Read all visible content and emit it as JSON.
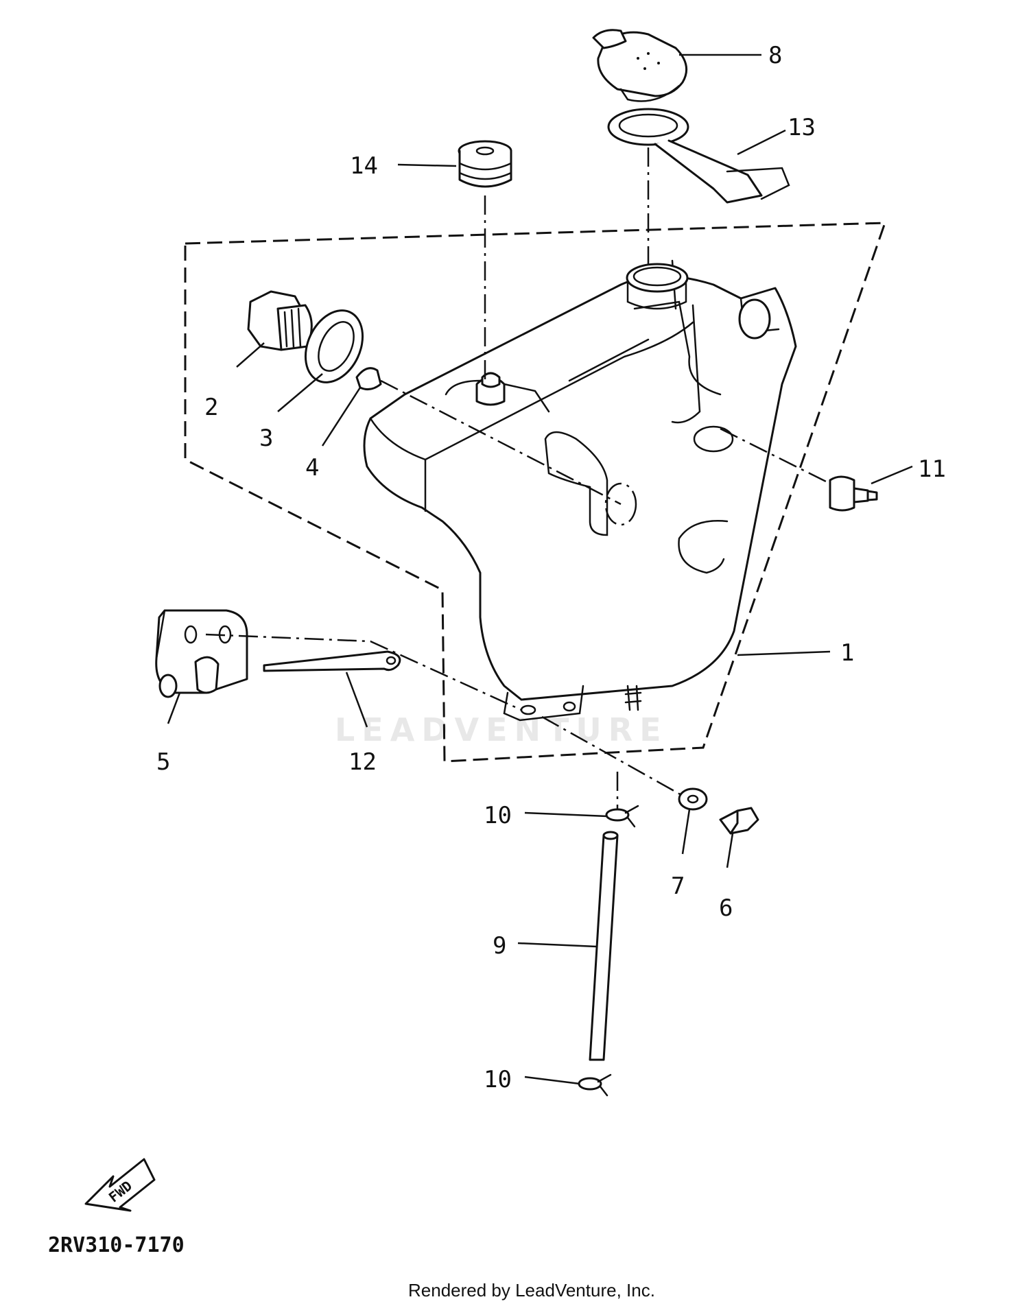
{
  "callouts": {
    "p1": "1",
    "p2": "2",
    "p3": "3",
    "p4": "4",
    "p5": "5",
    "p6": "6",
    "p7": "7",
    "p8": "8",
    "p9": "9",
    "p10a": "10",
    "p10b": "10",
    "p11": "11",
    "p12": "12",
    "p13": "13",
    "p14": "14"
  },
  "fwd_label": "FWD",
  "diagram_code": "2RV310-7170",
  "watermark": "LEADVENTURE",
  "credit": "Rendered by LeadVenture, Inc."
}
